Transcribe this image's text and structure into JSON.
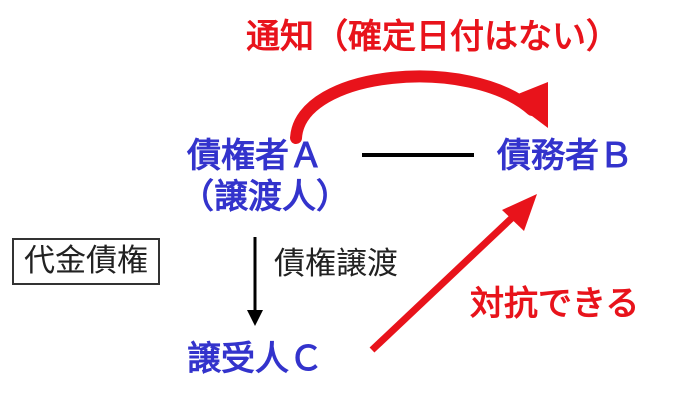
{
  "diagram": {
    "notice_label": "通知（確定日付はない）",
    "creditor": {
      "name": "債権者Ａ",
      "role": "（譲渡人）"
    },
    "debtor": {
      "name": "債務者Ｂ"
    },
    "assignee": {
      "name": "譲受人Ｃ"
    },
    "claim_box": "代金債権",
    "transfer_label": "債権譲渡",
    "oppose_label": "対抗できる",
    "colors": {
      "party_text": "#3333cc",
      "emphasis": "#e8131b",
      "line": "#000000"
    }
  }
}
